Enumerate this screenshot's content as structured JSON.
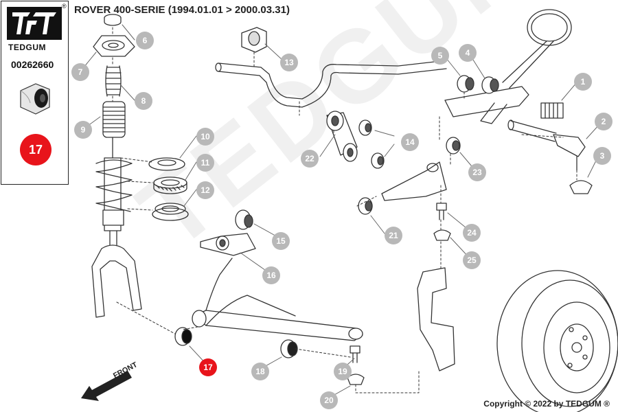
{
  "header": {
    "title": "ROVER 400-SERIE (1994.01.01 > 2000.03.31)"
  },
  "panel": {
    "brand": "TEDGUM",
    "registered_mark": "®",
    "part_number": "00262660",
    "highlight_badge": "17"
  },
  "watermark_text": "TEDGUM",
  "front_label": "FRONT",
  "footer": {
    "copyright": "Copyright © 2022 by TEDGUM ®"
  },
  "callouts": {
    "c1": "1",
    "c2": "2",
    "c3": "3",
    "c4": "4",
    "c5": "5",
    "c6": "6",
    "c7": "7",
    "c8": "8",
    "c9": "9",
    "c10": "10",
    "c11": "11",
    "c12": "12",
    "c13": "13",
    "c14": "14",
    "c15": "15",
    "c16": "16",
    "c17": "17",
    "c18": "18",
    "c19": "19",
    "c20": "20",
    "c21": "21",
    "c22": "22",
    "c23": "23",
    "c24": "24",
    "c25": "25"
  },
  "colors": {
    "accent_red": "#e8141b",
    "callout_gray": "#b8b8b8",
    "line": "#333333"
  }
}
